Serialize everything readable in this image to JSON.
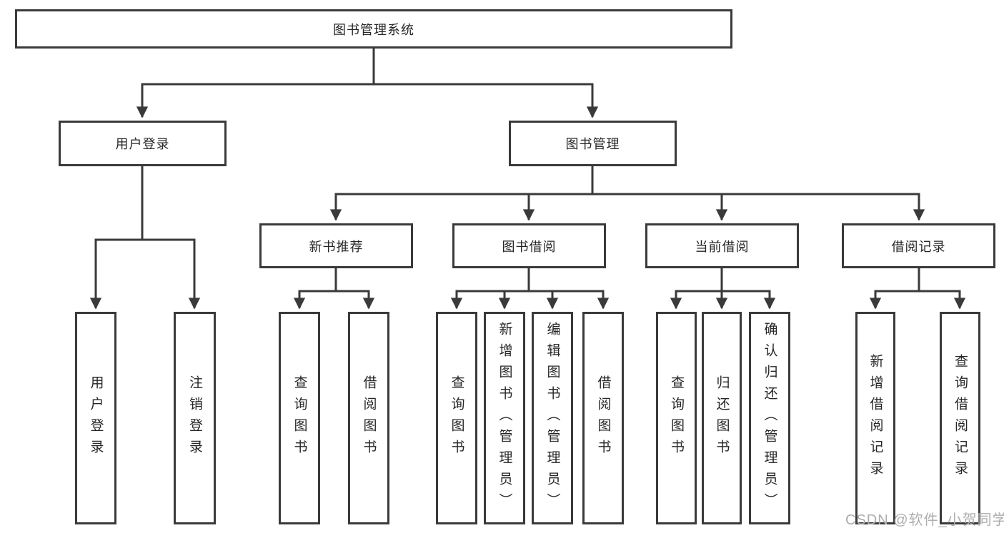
{
  "tree": {
    "label": "图书管理系统",
    "children": [
      {
        "label": "用户登录",
        "children": [
          {
            "label": "用户登录"
          },
          {
            "label": "注销登录"
          }
        ]
      },
      {
        "label": "图书管理",
        "children": [
          {
            "label": "新书推荐",
            "children": [
              {
                "label": "查询图书"
              },
              {
                "label": "借阅图书"
              }
            ]
          },
          {
            "label": "图书借阅",
            "children": [
              {
                "label": "查询图书"
              },
              {
                "label": "新增图书（管理员）"
              },
              {
                "label": "编辑图书（管理员）"
              },
              {
                "label": "借阅图书"
              }
            ]
          },
          {
            "label": "当前借阅",
            "children": [
              {
                "label": "查询图书"
              },
              {
                "label": "归还图书"
              },
              {
                "label": "确认归还（管理员）"
              }
            ]
          },
          {
            "label": "借阅记录",
            "children": [
              {
                "label": "新增借阅记录"
              },
              {
                "label": "查询借阅记录"
              }
            ]
          }
        ]
      }
    ]
  },
  "watermark": "CSDN @软件_小贺同学",
  "colors": {
    "line": "#3a3a3a",
    "box_border": "#3a3a3a",
    "text": "#262626",
    "watermark": "#adadad",
    "background": "#ffffff"
  }
}
